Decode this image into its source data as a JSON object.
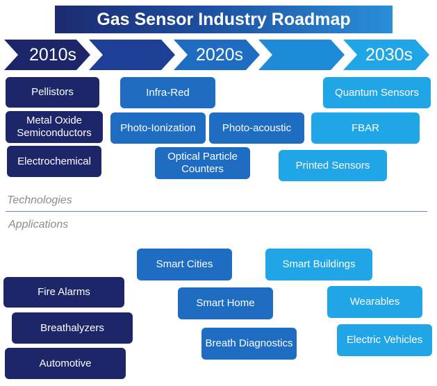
{
  "title": "Gas Sensor Industry Roadmap",
  "eras": [
    "2010s",
    "2020s",
    "2030s"
  ],
  "technologies": [
    "Pellistors",
    "Metal Oxide Semiconductors",
    "Electrochemical",
    "Infra-Red",
    "Photo-Ionization",
    "Photo-acoustic",
    "Optical Particle Counters",
    "Quantum Sensors",
    "FBAR",
    "Printed Sensors"
  ],
  "sections": {
    "technologies": "Technologies",
    "applications": "Applications"
  },
  "applications": [
    "Fire Alarms",
    "Breathalyzers",
    "Automotive",
    "Smart Cities",
    "Smart Home",
    "Breath Diagnostics",
    "Smart Buildings",
    "Wearables",
    "Electric Vehicles"
  ],
  "colors": {
    "era2010s": "#1c2668",
    "era2020s": "#1f6cc3",
    "era2030s": "#20a6e6"
  }
}
